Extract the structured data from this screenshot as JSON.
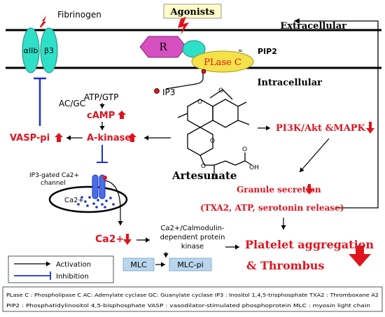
{
  "labels": {
    "fibrinogen": "Fibrinogen",
    "agonists": "Agonists",
    "extracellular": "Extracellular",
    "intracellular": "Intracellular",
    "alpha_iib": "αIIb",
    "beta3": "β3",
    "receptor": "R",
    "plase_c": "PLase C",
    "pip2": "PIP2",
    "ip3": "IP3",
    "atp_gtp": "ATP/GTP",
    "ac_gc": "AC/GC",
    "camp": "cAMP",
    "a_kinase": "A-kinase",
    "vasp_pi": "VASP-pi",
    "pi3k": "PI3K/Akt &MAPK",
    "artesunate": "Artesunate",
    "granule": "Granule secretion",
    "txa2": "(TXA2, ATP, serotonin release)",
    "ip3_channel_1": "IP3-gated Ca2+",
    "ip3_channel_2": "channel",
    "ca_store": "Ca2+",
    "ca2": "Ca2+",
    "calmod_1": "Ca2+/Calmodulin-",
    "calmod_2": "dependent protein",
    "calmod_3": "kinase",
    "mlc": "MLC",
    "mlc_pi": "MLC-pi",
    "platelet_agg": "Platelet aggregation",
    "thrombus": "& Thrombus"
  },
  "legend": {
    "activation": "Activation",
    "inhibition": "Inhibition"
  },
  "footnote": {
    "line1": "PLase C : Phospholipase C AC: Adenylate cyclase  GC: Guanylate cyclase  IP3 : Inositol 1,4,5-trisphosphate TXA2 : Thromboxane A2",
    "line2": "PIP2 : Phosphatidylinositol 4,5-bisphosphate  VASP : vasodilator-stimulated phosphoprotein MLC : myosin light chain"
  },
  "colors": {
    "red": "#e0141e",
    "blue": "#1a2fd8",
    "teal": "#2fe0c8",
    "mlc_box": "#b9d6ee",
    "plase": "#f3e24a",
    "receptor": "#d64fc0"
  }
}
